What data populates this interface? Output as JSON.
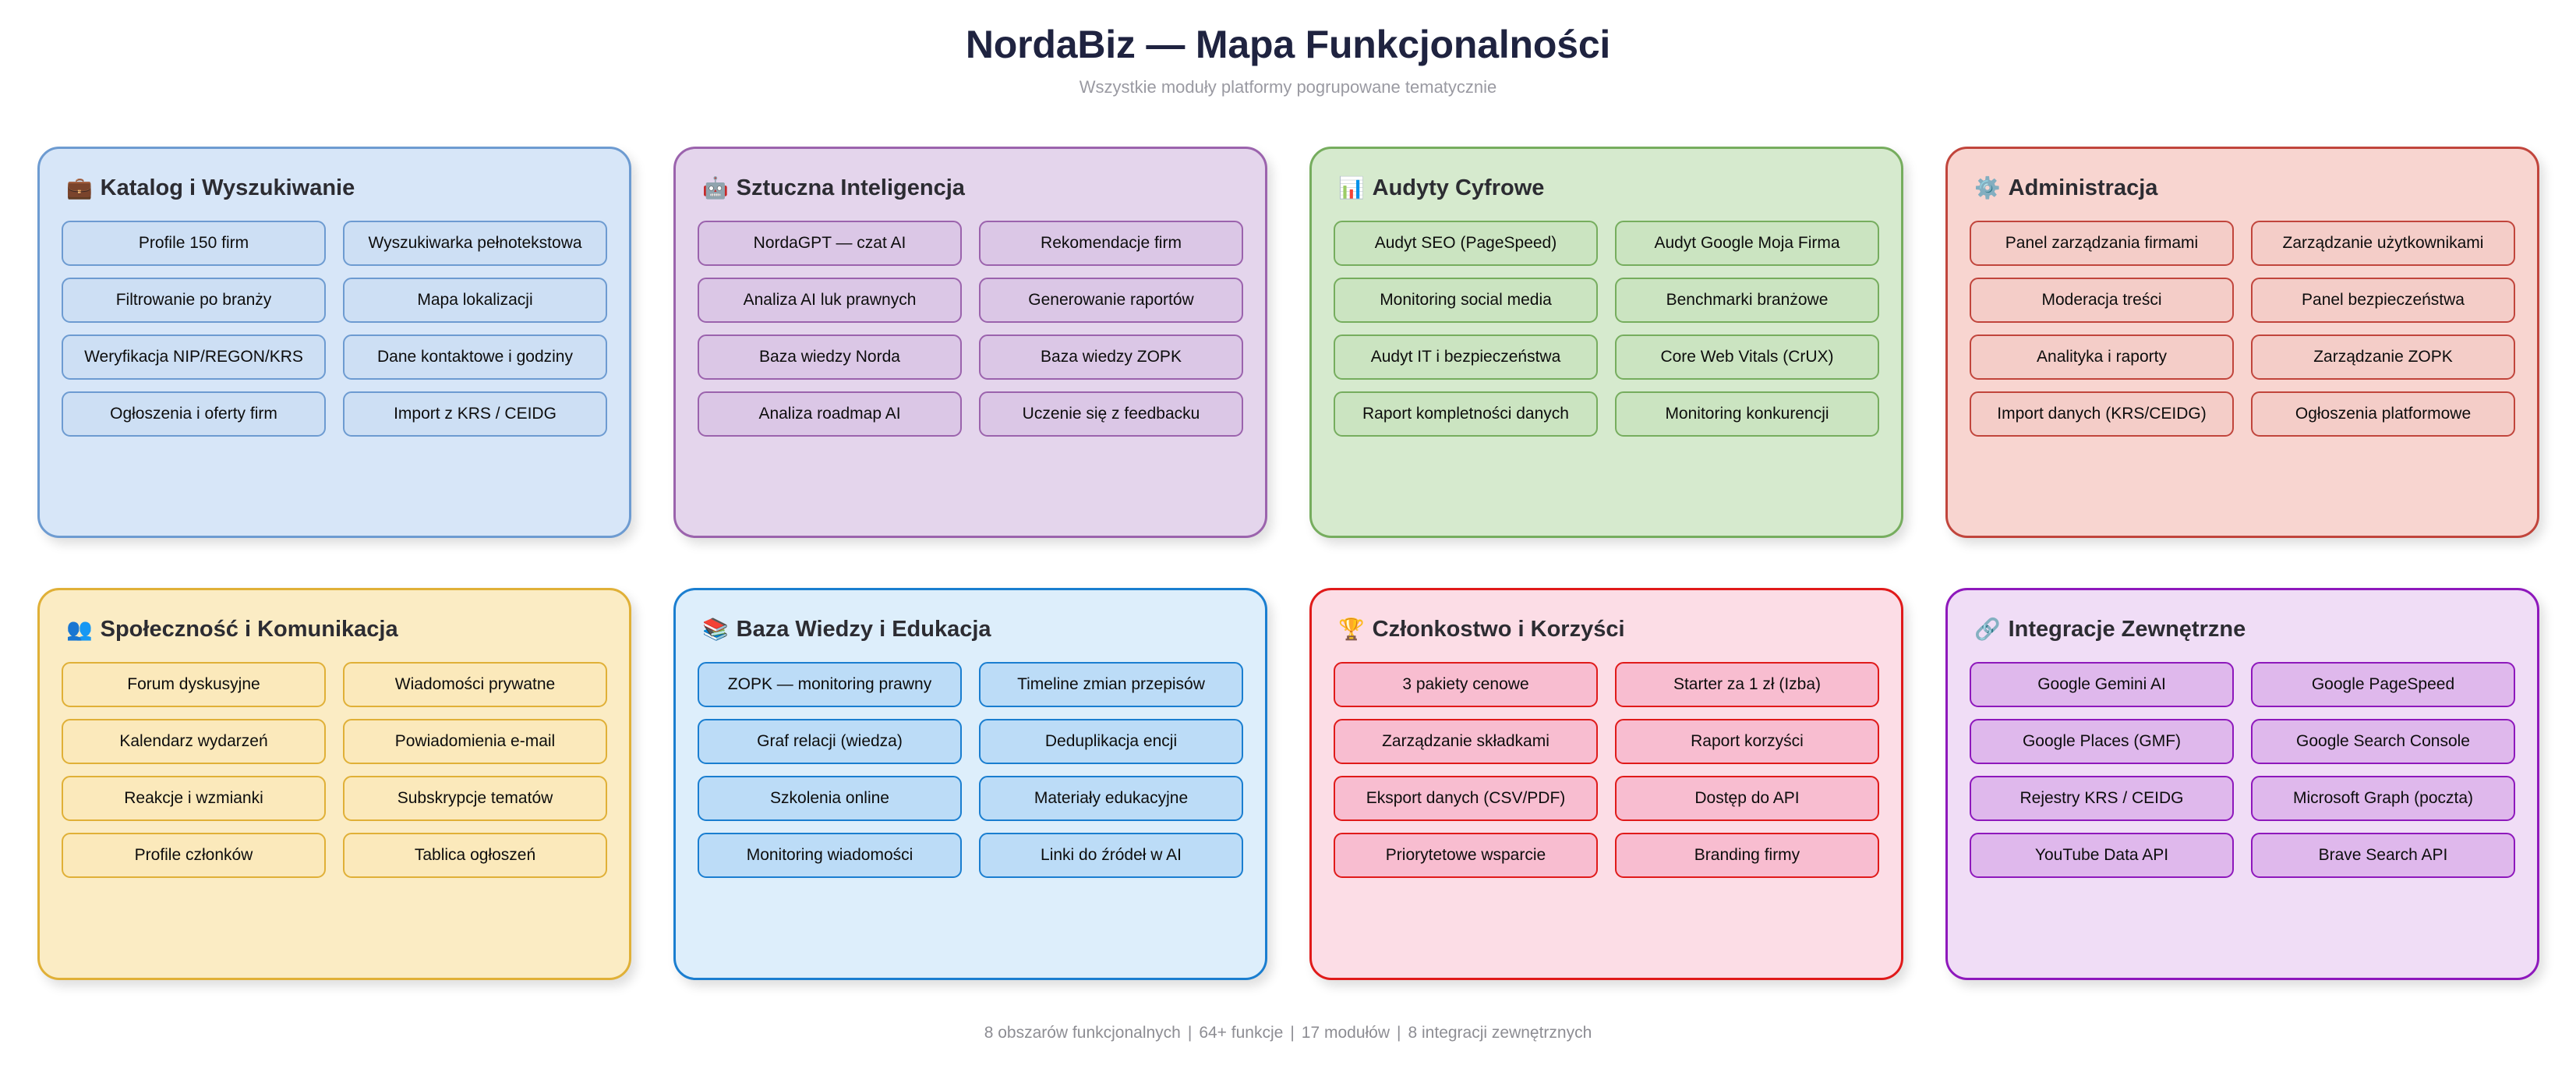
{
  "header": {
    "title": "NordaBiz — Mapa Funkcjonalności",
    "subtitle": "Wszystkie moduły platformy pogrupowane tematycznie"
  },
  "colors": {
    "title": "#1f2340",
    "subtitle": "#9a9aa2",
    "footer": "#8d8d93",
    "card_blue_border": "#6d9bd1",
    "card_blue_fill": "#d7e6f8",
    "card_purple_border": "#9b63ad",
    "card_purple_fill": "#e4d5ec",
    "card_green_border": "#76ad5e",
    "card_green_fill": "#d6eace",
    "card_red_border": "#c1453c",
    "card_red_fill": "#f8d5d0",
    "card_yellow_border": "#e0b037",
    "card_yellow_fill": "#fbecc4",
    "card_lightblue_border": "#1a7ed0",
    "card_lightblue_fill": "#ddeefb",
    "card_pink_border": "#e01a1a",
    "card_pink_fill": "#fcdde6",
    "card_violet_border": "#8e18bc",
    "card_violet_fill": "#f0ddf6"
  },
  "cards": [
    {
      "id": "katalog-i-wyszukiwanie",
      "icon": "💼",
      "icon_name": "briefcase-icon",
      "title": "Katalog i Wyszukiwanie",
      "theme": "t-blue",
      "items": [
        "Profile 150 firm",
        "Wyszukiwarka pełnotekstowa",
        "Filtrowanie po branży",
        "Mapa lokalizacji",
        "Weryfikacja NIP/REGON/KRS",
        "Dane kontaktowe i godziny",
        "Ogłoszenia i oferty firm",
        "Import z KRS / CEIDG"
      ]
    },
    {
      "id": "sztuczna-inteligencja",
      "icon": "🤖",
      "icon_name": "robot-icon",
      "title": "Sztuczna Inteligencja",
      "theme": "t-purple",
      "items": [
        "NordaGPT — czat AI",
        "Rekomendacje firm",
        "Analiza AI luk prawnych",
        "Generowanie raportów",
        "Baza wiedzy Norda",
        "Baza wiedzy ZOPK",
        "Analiza roadmap AI",
        "Uczenie się z feedbacku"
      ]
    },
    {
      "id": "audyty-cyfrowe",
      "icon": "📊",
      "icon_name": "bar-chart-icon",
      "title": "Audyty Cyfrowe",
      "theme": "t-green",
      "items": [
        "Audyt SEO (PageSpeed)",
        "Audyt Google Moja Firma",
        "Monitoring social media",
        "Benchmarki branżowe",
        "Audyt IT i bezpieczeństwa",
        "Core Web Vitals (CrUX)",
        "Raport kompletności danych",
        "Monitoring konkurencji"
      ]
    },
    {
      "id": "administracja",
      "icon": "⚙️",
      "icon_name": "gear-icon",
      "title": "Administracja",
      "theme": "t-red",
      "items": [
        "Panel zarządzania firmami",
        "Zarządzanie użytkownikami",
        "Moderacja treści",
        "Panel bezpieczeństwa",
        "Analityka i raporty",
        "Zarządzanie ZOPK",
        "Import danych (KRS/CEIDG)",
        "Ogłoszenia platformowe"
      ]
    },
    {
      "id": "spolecznosc-i-komunikacja",
      "icon": "👥",
      "icon_name": "people-icon",
      "title": "Społeczność i Komunikacja",
      "theme": "t-yellow",
      "items": [
        "Forum dyskusyjne",
        "Wiadomości prywatne",
        "Kalendarz wydarzeń",
        "Powiadomienia e-mail",
        "Reakcje i wzmianki",
        "Subskrypcje tematów",
        "Profile członków",
        "Tablica ogłoszeń"
      ]
    },
    {
      "id": "baza-wiedzy-i-edukacja",
      "icon": "📚",
      "icon_name": "books-icon",
      "title": "Baza Wiedzy i Edukacja",
      "theme": "t-lightblue",
      "items": [
        "ZOPK — monitoring prawny",
        "Timeline zmian przepisów",
        "Graf relacji (wiedza)",
        "Deduplikacja encji",
        "Szkolenia online",
        "Materiały edukacyjne",
        "Monitoring wiadomości",
        "Linki do źródeł w AI"
      ]
    },
    {
      "id": "czlonkostwo-i-korzysci",
      "icon": "🏆",
      "icon_name": "trophy-icon",
      "title": "Członkostwo i Korzyści",
      "theme": "t-pink",
      "items": [
        "3 pakiety cenowe",
        "Starter za 1 zł (Izba)",
        "Zarządzanie składkami",
        "Raport korzyści",
        "Eksport danych (CSV/PDF)",
        "Dostęp do API",
        "Priorytetowe wsparcie",
        "Branding firmy"
      ]
    },
    {
      "id": "integracje-zewnetrzne",
      "icon": "🔗",
      "icon_name": "link-icon",
      "title": "Integracje Zewnętrzne",
      "theme": "t-violet",
      "items": [
        "Google Gemini AI",
        "Google PageSpeed",
        "Google Places (GMF)",
        "Google Search Console",
        "Rejestry KRS / CEIDG",
        "Microsoft Graph (poczta)",
        "YouTube Data API",
        "Brave Search API"
      ]
    }
  ],
  "footer": {
    "stats": [
      "8 obszarów funkcjonalnych",
      "64+ funkcje",
      "17 modułów",
      "8 integracji zewnętrznych"
    ],
    "separator": "|"
  }
}
